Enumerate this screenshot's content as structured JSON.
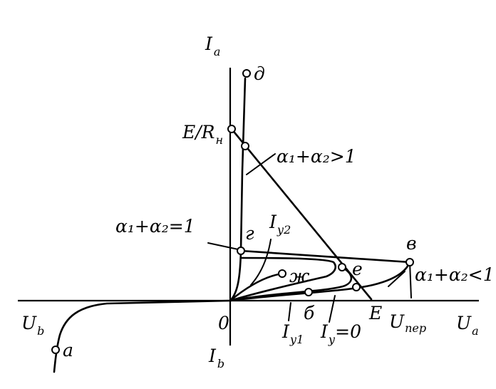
{
  "labels": {
    "ia": "I",
    "ia_sub": "a",
    "ib": "I",
    "ib_sub": "b",
    "ua": "U",
    "ua_sub": "a",
    "ub": "U",
    "ub_sub": "b",
    "origin": "0",
    "e_rn": "E/R",
    "e_rn_sub": "н",
    "cond_gt": "α₁+α₂>1",
    "cond_eq": "α₁+α₂=1",
    "cond_lt": "α₁+α₂<1",
    "iy2": "I",
    "iy2_sub": "у2",
    "iy1": "I",
    "iy1_sub": "у1",
    "iy0": "I",
    "iy0_sub": "у",
    "iy0_tail": "=0",
    "e_axis": "E",
    "uper": "U",
    "uper_sub": "пер",
    "pt_a": "а",
    "pt_b": "б",
    "pt_v": "в",
    "pt_g": "г",
    "pt_d": "д",
    "pt_e": "е",
    "pt_zh": "ж"
  }
}
